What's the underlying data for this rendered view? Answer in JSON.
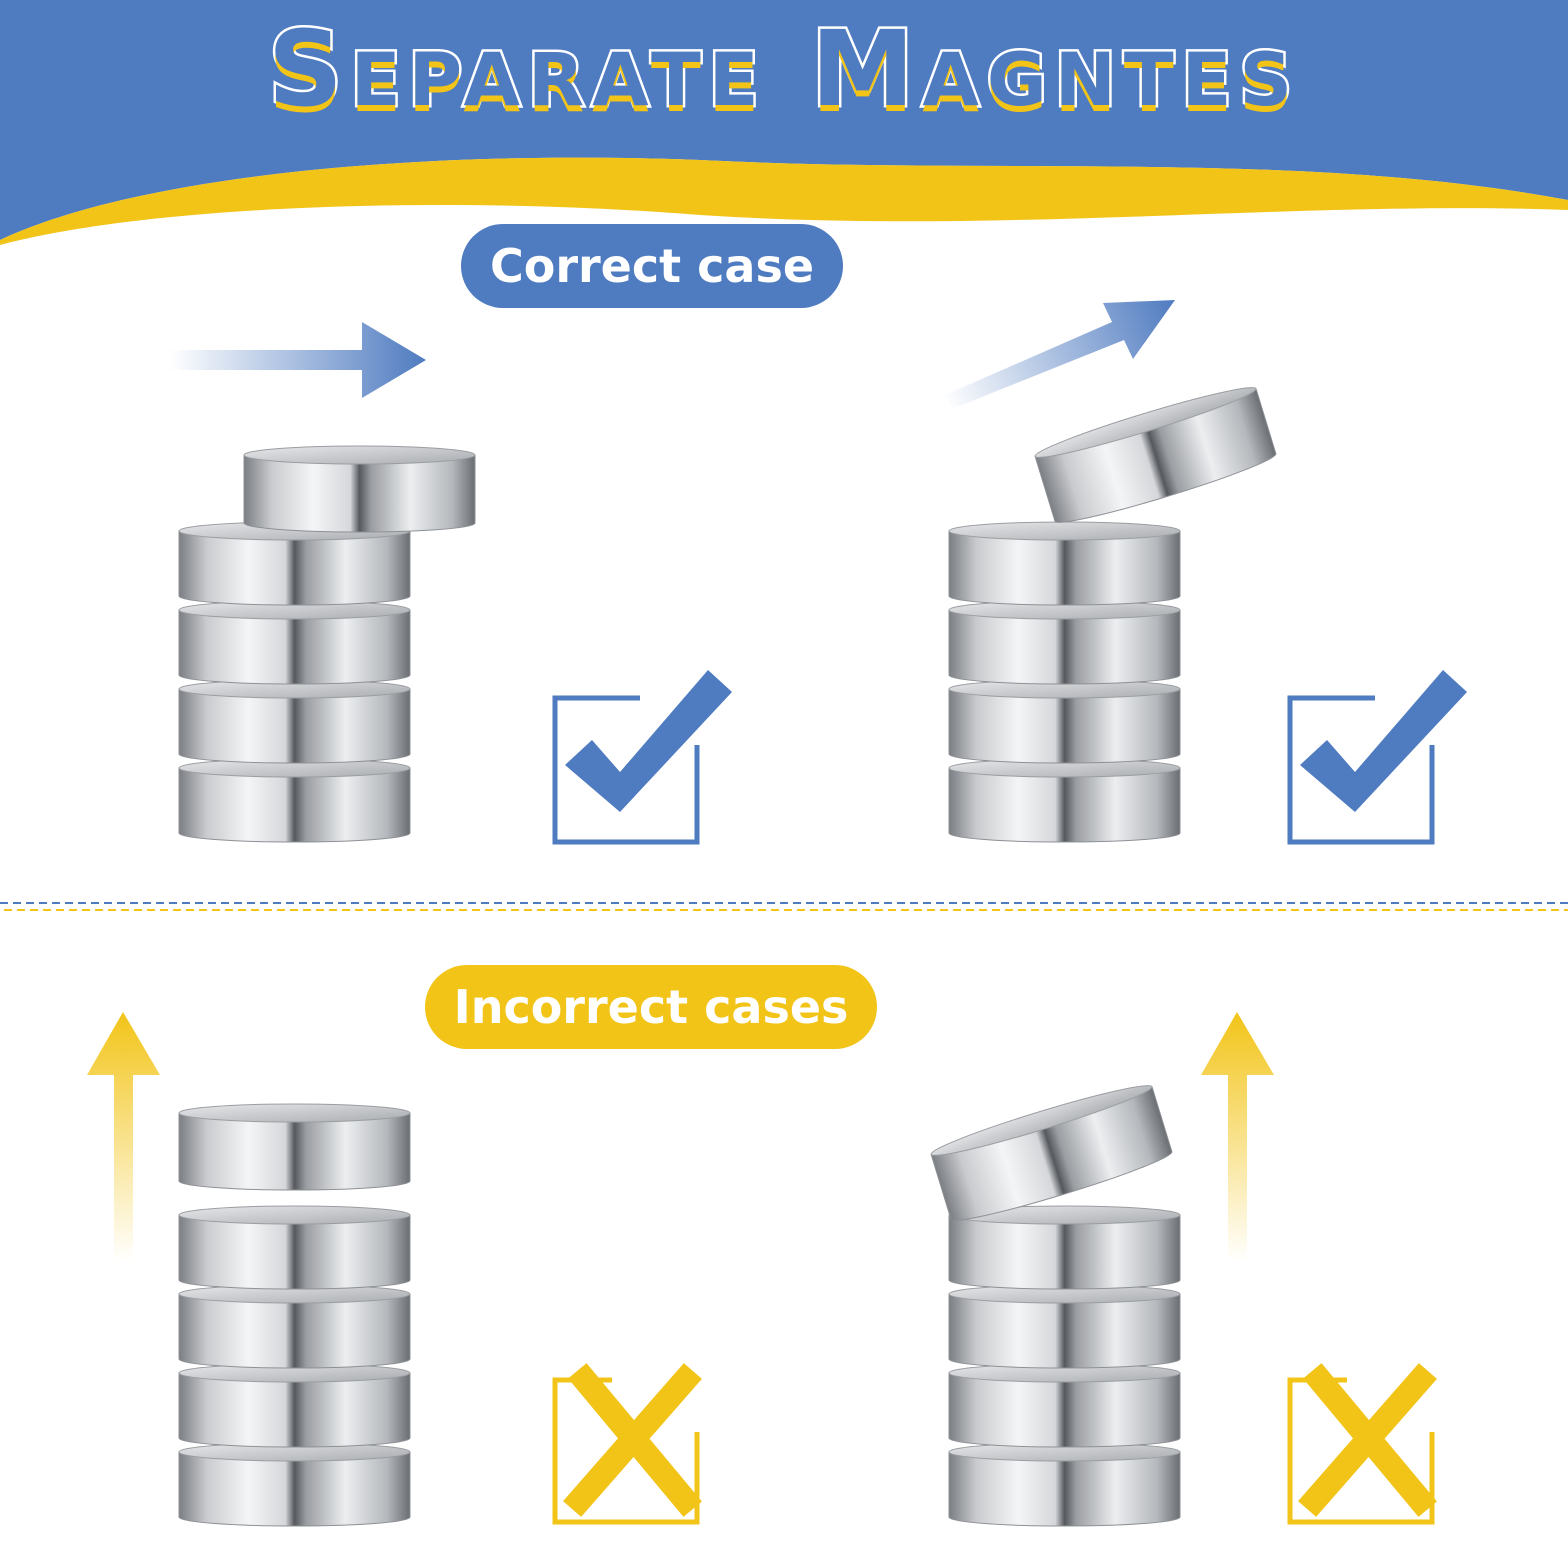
{
  "title": "Separate Magntes",
  "correct_label": "Correct case",
  "incorrect_label": "Incorrect cases",
  "colors": {
    "blue": "#4f7bc0",
    "yellow": "#f2c418",
    "steel_dark": "#6a6d72",
    "steel_light": "#f4f5f6"
  },
  "panels": [
    {
      "name": "correct-slide-horizontal",
      "motion": "slide sideways",
      "arrow_icon": "arrow-right-icon",
      "mark_icon": "checkmark-icon"
    },
    {
      "name": "correct-slide-diagonal",
      "motion": "slide up at an angle",
      "arrow_icon": "arrow-up-right-icon",
      "mark_icon": "checkmark-icon"
    },
    {
      "name": "incorrect-pull-straight",
      "motion": "pull straight up",
      "arrow_icon": "arrow-up-icon",
      "mark_icon": "cross-icon"
    },
    {
      "name": "incorrect-pry-tilted",
      "motion": "pry up tilted",
      "arrow_icon": "arrow-up-icon",
      "mark_icon": "cross-icon"
    }
  ]
}
